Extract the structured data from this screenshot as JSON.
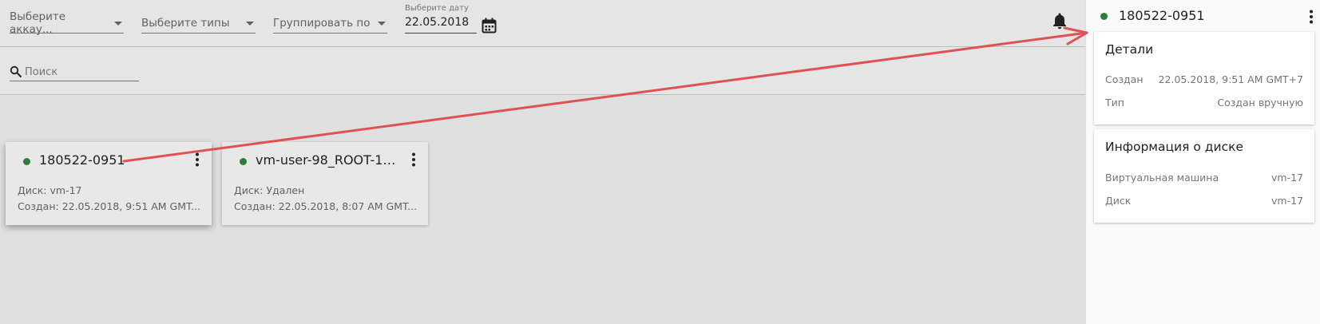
{
  "toolbar": {
    "account_select": "Выберите аккау...",
    "types_select": "Выберите типы",
    "group_select": "Группировать по",
    "date_label": "Выберите дату",
    "date_value": "22.05.2018",
    "calendar_icon": "calendar-icon",
    "notification_icon": "bell-icon"
  },
  "search": {
    "placeholder": "Поиск",
    "icon": "search-icon"
  },
  "cards": [
    {
      "title": "180522-0951",
      "line1": "Диск: vm-17",
      "line2": "Создан: 22.05.2018, 9:51 AM GMT...",
      "status_color": "#2e7d32",
      "selected": true
    },
    {
      "title": "vm-user-98_ROOT-1992...",
      "line1": "Диск: Удален",
      "line2": "Создан: 22.05.2018, 8:07 AM GMT...",
      "status_color": "#2e7d32",
      "selected": false
    }
  ],
  "sidebar": {
    "title": "180522-0951",
    "details": {
      "heading": "Детали",
      "created_label": "Создан",
      "created_value": "22.05.2018, 9:51 AM GMT+7",
      "type_label": "Тип",
      "type_value": "Создан вручную"
    },
    "disk_info": {
      "heading": "Информация о диске",
      "vm_label": "Виртуальная машина",
      "vm_value": "vm-17",
      "disk_label": "Диск",
      "disk_value": "vm-17"
    }
  },
  "colors": {
    "status_ok": "#2e7d32",
    "annotation_arrow": "#e05252",
    "background": "#e0e0e0",
    "sidebar_bg": "#fafafa"
  }
}
